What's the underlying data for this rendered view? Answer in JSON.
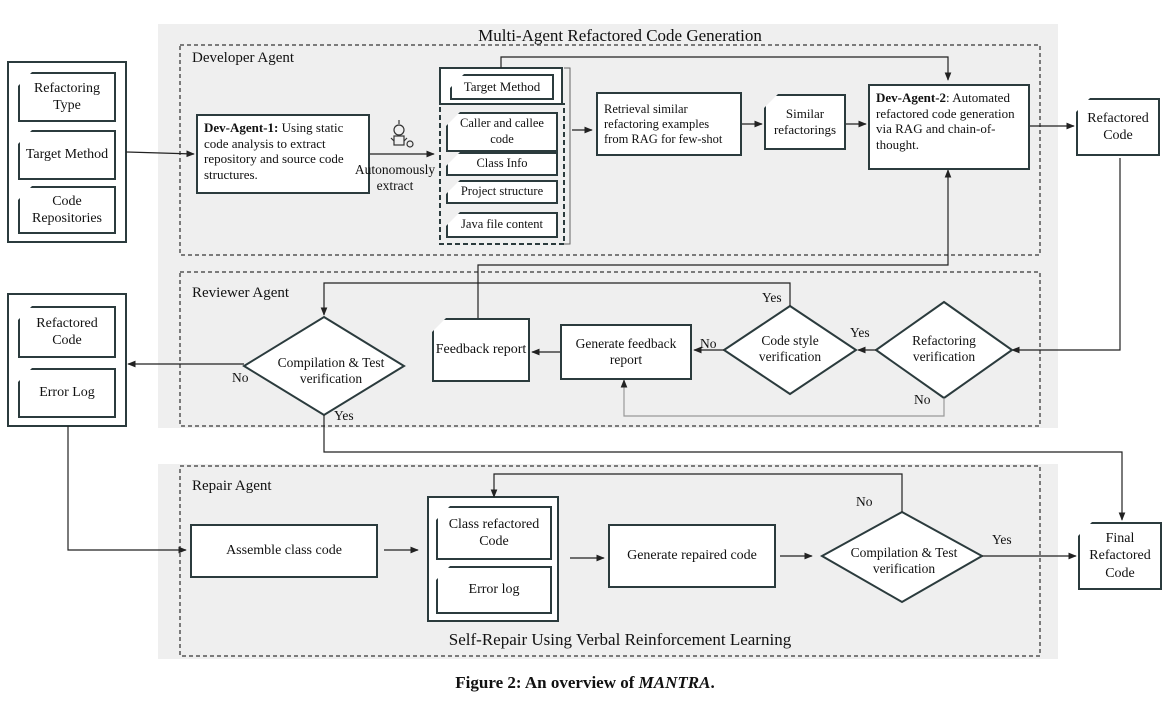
{
  "title": "Multi-Agent Refactored Code Generation",
  "bottom_title": "Self-Repair Using Verbal Reinforcement Learning",
  "caption": {
    "prefix": "Figure 2: An overview of ",
    "name": "MANTRA",
    "suffix": "."
  },
  "inputs": {
    "refactoring_type": "Refactoring Type",
    "target_method": "Target Method",
    "code_repositories": "Code Repositories"
  },
  "developer_agent": {
    "label": "Developer Agent",
    "dev_agent_1_name": "Dev-Agent-1:",
    "dev_agent_1_text": " Using static code analysis to extract repository and source code structures.",
    "autonomously_extract": "Autonomously extract",
    "context_items": {
      "target_method": "Target Method",
      "caller_callee": "Caller and callee code",
      "class_info": "Class Info",
      "project_structure": "Project structure",
      "java_file_content": "Java file content"
    },
    "retrieval": "Retrieval similar refactoring examples from RAG for few-shot",
    "similar_refactorings": "Similar refactorings",
    "dev_agent_2_name": "Dev-Agent-2",
    "dev_agent_2_text": ": Automated refactored code generation via RAG and chain-of-thought."
  },
  "refactored_code_right": "Refactored Code",
  "reviewer_agent": {
    "label": "Reviewer Agent",
    "refactoring_verification": "Refactoring verification",
    "code_style_verification": "Code style verification",
    "generate_feedback_report": "Generate feedback report",
    "feedback_report": "Feedback report",
    "compilation_test_verification": "Compilation & Test verification",
    "yes_style": "Yes",
    "yes_refactoring": "Yes",
    "no_refactoring": "No",
    "no_style": "No",
    "no_compile": "No",
    "yes_compile": "Yes"
  },
  "left_outputs": {
    "refactored_code": "Refactored Code",
    "error_log": "Error Log"
  },
  "repair_agent": {
    "label": "Repair Agent",
    "assemble_class_code": "Assemble class code",
    "class_refactored_code": "Class refactored Code",
    "error_log": "Error log",
    "generate_repaired_code": "Generate repaired code",
    "compilation_test_verification": "Compilation & Test verification",
    "no": "No",
    "yes": "Yes"
  },
  "final_refactored_code": "Final Refactored Code"
}
